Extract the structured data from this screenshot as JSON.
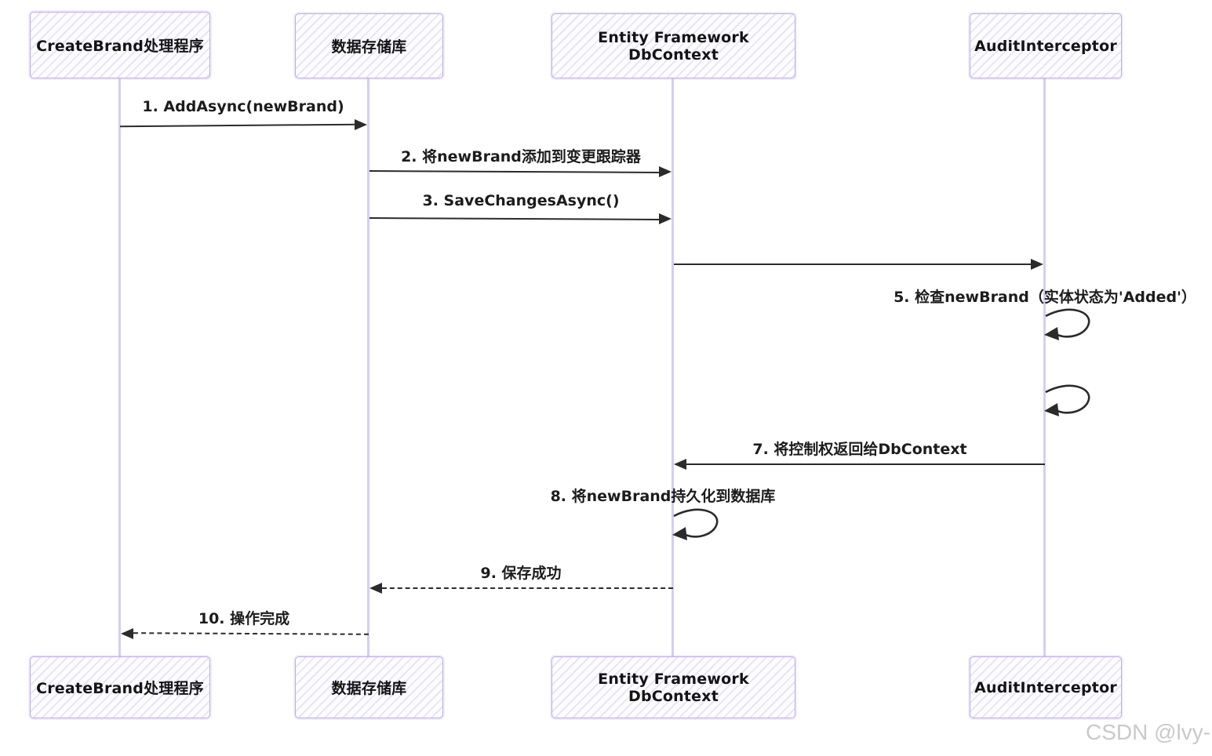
{
  "diagram": {
    "type": "sequence",
    "participants": [
      {
        "id": "createbrand-handler",
        "name": "CreateBrand处理程序"
      },
      {
        "id": "repository",
        "name": "数据存储库"
      },
      {
        "id": "ef-dbcontext",
        "name": "Entity Framework DbContext"
      },
      {
        "id": "audit-interceptor",
        "name": "AuditInterceptor"
      }
    ],
    "messages": [
      {
        "seq": "1",
        "label": "1. AddAsync(newBrand)",
        "from": "CreateBrand处理程序",
        "to": "数据存储库",
        "line": "solid"
      },
      {
        "seq": "2",
        "label": "2. 将newBrand添加到变更跟踪器",
        "from": "数据存储库",
        "to": "Entity Framework DbContext",
        "line": "solid"
      },
      {
        "seq": "3",
        "label": "3. SaveChangesAsync()",
        "from": "数据存储库",
        "to": "Entity Framework DbContext",
        "line": "solid"
      },
      {
        "seq": "4",
        "label": "",
        "from": "Entity Framework DbContext",
        "to": "AuditInterceptor",
        "line": "solid"
      },
      {
        "seq": "5",
        "label": "5. 检查newBrand（实体状态为'Added'）",
        "from": "AuditInterceptor",
        "to": "AuditInterceptor",
        "line": "self-loop"
      },
      {
        "seq": "6",
        "label": "",
        "from": "AuditInterceptor",
        "to": "AuditInterceptor",
        "line": "self-loop"
      },
      {
        "seq": "7",
        "label": "7. 将控制权返回给DbContext",
        "from": "AuditInterceptor",
        "to": "Entity Framework DbContext",
        "line": "solid"
      },
      {
        "seq": "8",
        "label": "8. 将newBrand持久化到数据库",
        "from": "Entity Framework DbContext",
        "to": "Entity Framework DbContext",
        "line": "self-loop"
      },
      {
        "seq": "9",
        "label": "9. 保存成功",
        "from": "Entity Framework DbContext",
        "to": "数据存储库",
        "line": "dashed"
      },
      {
        "seq": "10",
        "label": "10. 操作完成",
        "from": "数据存储库",
        "to": "CreateBrand处理程序",
        "line": "dashed"
      }
    ],
    "colors": {
      "participant_fill": "#f4f1fc",
      "participant_border": "#b9abe8",
      "lifeline": "#d7cdf1",
      "arrow": "#2b2b2b",
      "watermark_text": "#c9c9c9"
    }
  },
  "watermark": "CSDN @lvy-"
}
